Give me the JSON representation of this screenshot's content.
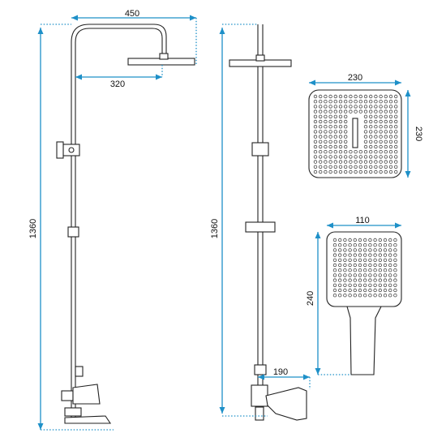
{
  "dimensions": {
    "side_width": "450",
    "side_reach": "320",
    "side_height": "1360",
    "front_height": "1360",
    "front_spout": "190",
    "head_width": "230",
    "head_depth": "230",
    "hand_width": "110",
    "hand_length": "240"
  },
  "colors": {
    "dimension": "#1e90c8",
    "outline": "#222222"
  }
}
